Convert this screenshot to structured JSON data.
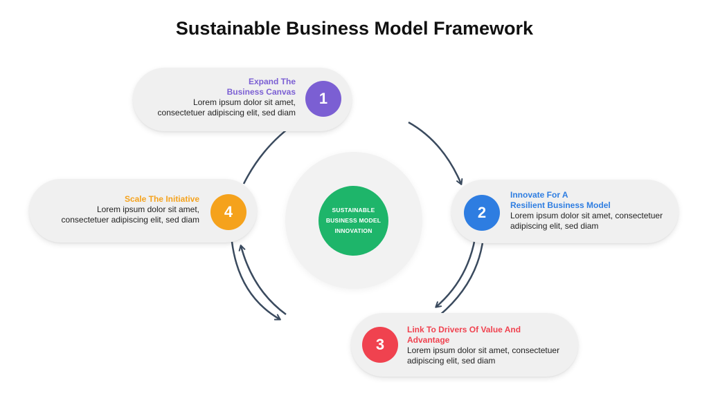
{
  "title": "Sustainable Business Model Framework",
  "center": {
    "line1": "SUSTAINABLE",
    "line2": "BUSINESS MODEL",
    "line3": "INNOVATION",
    "color": "#1eb56a"
  },
  "steps": [
    {
      "number": "1",
      "heading_line1": "Expand The",
      "heading_line2": "Business Canvas",
      "body_line1": "Lorem ipsum dolor sit amet,",
      "body_line2": "consectetuer adipiscing elit, sed diam",
      "color": "#7b5fd3"
    },
    {
      "number": "2",
      "heading_line1": "Innovate For A",
      "heading_line2": "Resilient Business Model",
      "body_line1": "Lorem ipsum dolor sit amet, consectetuer",
      "body_line2": "adipiscing elit, sed diam",
      "color": "#2e7de1"
    },
    {
      "number": "3",
      "heading_line1": "Link To Drivers Of Value And",
      "heading_line2": "Advantage",
      "body_line1": "Lorem ipsum dolor sit amet, consectetuer",
      "body_line2": "adipiscing elit, sed diam",
      "color": "#f0424f"
    },
    {
      "number": "4",
      "heading_line1": "Scale The Initiative",
      "body_line1": "Lorem ipsum dolor sit amet,",
      "body_line2": "consectetuer adipiscing elit, sed diam",
      "color": "#f5a21c"
    }
  ],
  "arrow_color": "#3a4a5e"
}
